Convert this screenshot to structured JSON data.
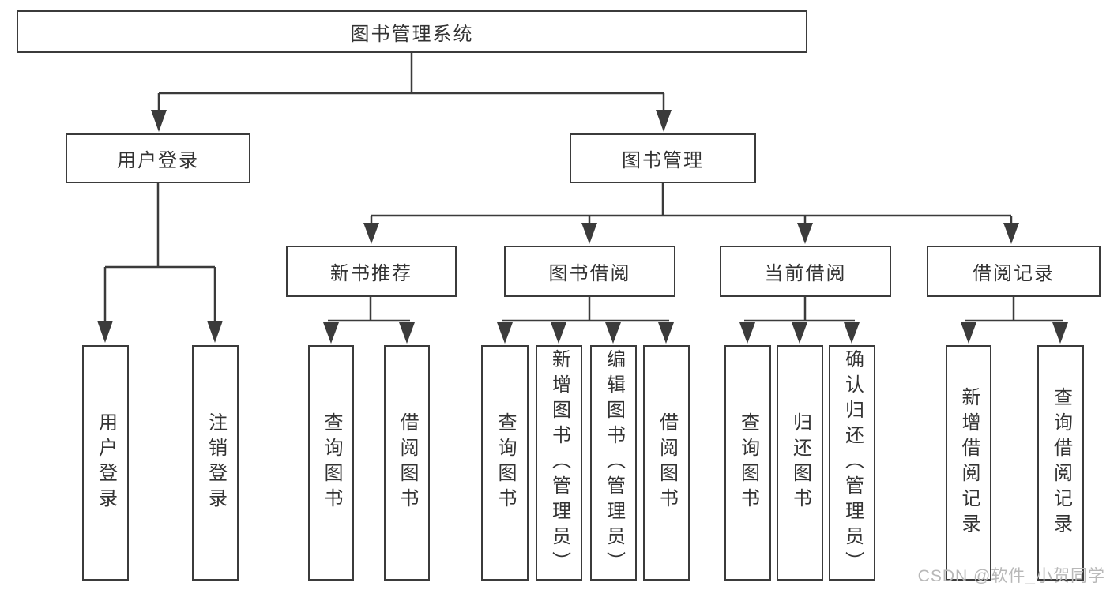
{
  "diagram": {
    "title": "图书管理系统",
    "root": {
      "label": "图书管理系统"
    },
    "branches": [
      {
        "label": "用户登录",
        "children": [
          {
            "label": "用户登录"
          },
          {
            "label": "注销登录"
          }
        ]
      },
      {
        "label": "图书管理",
        "groups": [
          {
            "label": "新书推荐",
            "children": [
              {
                "label": "查询图书"
              },
              {
                "label": "借阅图书"
              }
            ]
          },
          {
            "label": "图书借阅",
            "children": [
              {
                "label": "查询图书"
              },
              {
                "label": "新增图书（管理员）"
              },
              {
                "label": "编辑图书（管理员）"
              },
              {
                "label": "借阅图书"
              }
            ]
          },
          {
            "label": "当前借阅",
            "children": [
              {
                "label": "查询图书"
              },
              {
                "label": "归还图书"
              },
              {
                "label": "确认归还（管理员）"
              }
            ]
          },
          {
            "label": "借阅记录",
            "children": [
              {
                "label": "新增借阅记录"
              },
              {
                "label": "查询借阅记录"
              }
            ]
          }
        ]
      }
    ]
  },
  "watermark": {
    "text": "CSDN @软件_小贺同学",
    "color": "#b8b8b8"
  },
  "colors": {
    "line": "#3b3b3b",
    "box_border": "#3b3b3b",
    "box_fill": "#ffffff",
    "text": "#333333",
    "background": "#ffffff"
  }
}
